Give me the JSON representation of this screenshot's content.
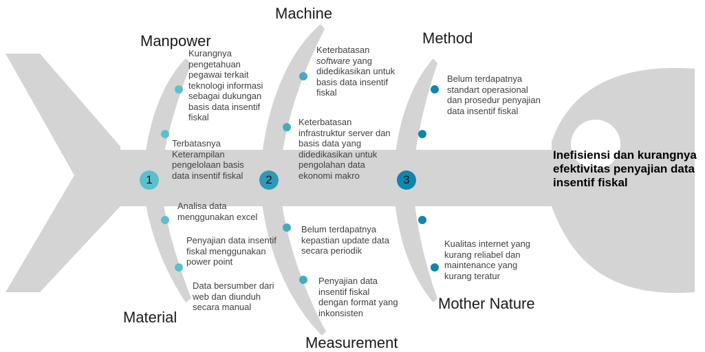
{
  "categories": {
    "manpower": "Manpower",
    "machine": "Machine",
    "method": "Method",
    "material": "Material",
    "measurement": "Measurement",
    "mother_nature": "Mother Nature"
  },
  "effect": "Inefisiensi dan kurangnya efektivitas penyajian data insentif fiskal",
  "numbers": [
    "1",
    "2",
    "3"
  ],
  "causes": {
    "manpower_1": "Kurangnya pengetahuan pegawai terkait teknologi informasi sebagai dukungan basis data insentif fiskal",
    "manpower_2": "Terbatasnya Keterampilan pengelolaan basis data insentif fiskal",
    "machine_1_prefix": "Keterbatasan",
    "machine_1_italic": "software",
    "machine_1_suffix": "yang didedikasikan untuk basis data insentif fiskal",
    "machine_2": "Keterbatasan infrastruktur server dan basis data yang didedikasikan untuk pengolahan data ekonomi makro",
    "method_1": "Belum terdapatnya standart operasional dan prosedur penyajian data insentif fiskal",
    "material_1": "Analisa data menggunakan excel",
    "material_2": "Penyajian data insentif fiskal menggunakan power point",
    "material_3": "Data bersumber dari web dan diunduh secara manual",
    "measurement_1": "Belum terdapatnya kepastian update data secara periodik",
    "measurement_2": "Penyajian data insentif fiskal dengan format yang inkonsisten",
    "mother_nature_1": "Kualitas internet yang kurang reliabel dan maintenance yang kurang teratur"
  },
  "colors": {
    "fish": "#d4d4d4",
    "dot_light": "#5bc0ce",
    "dot_dark": "#0f86ad"
  }
}
